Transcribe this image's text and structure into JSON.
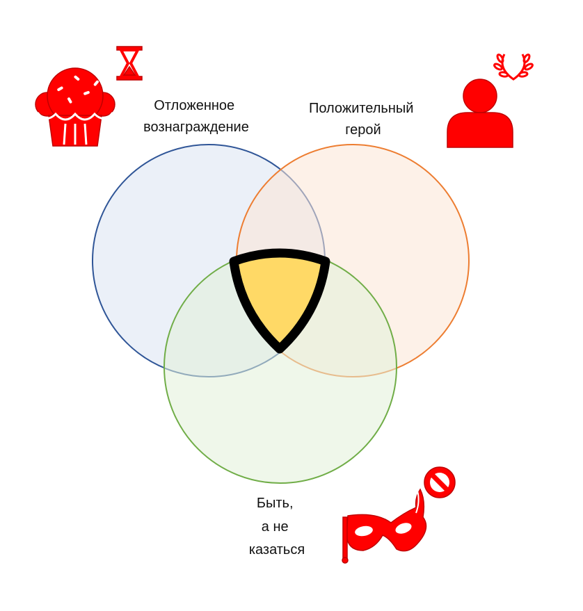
{
  "circles": [
    {
      "key": "delayed-reward",
      "label_lines": [
        "Отложенное",
        "вознаграждение"
      ],
      "stroke": "#2F5597",
      "fill": "#DAE3F3"
    },
    {
      "key": "positive-hero",
      "label_lines": [
        "Положительный",
        "герой"
      ],
      "stroke": "#ED7D31",
      "fill": "#FBE5D6"
    },
    {
      "key": "be-not-seem",
      "label_lines": [
        "Быть,",
        "а не",
        "казаться"
      ],
      "stroke": "#70AD47",
      "fill": "#E2F0D9"
    }
  ],
  "center_shield": {
    "fill": "#FFD966",
    "stroke": "#000000"
  },
  "icons": {
    "cupcake": "cupcake-icon",
    "hourglass": "hourglass-icon",
    "person": "person-icon",
    "laurel": "laurel-wreath-icon",
    "mask": "carnival-mask-icon",
    "prohibited": "prohibited-icon",
    "accent": "#FF0000",
    "accent_stroke": "#C00000"
  }
}
